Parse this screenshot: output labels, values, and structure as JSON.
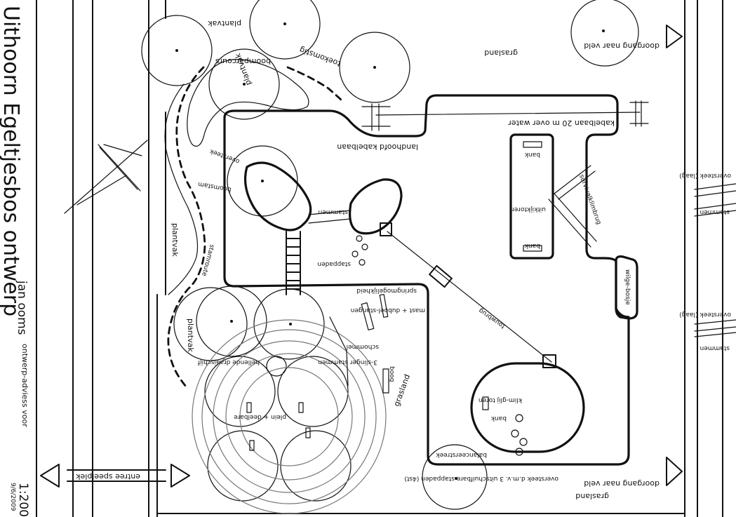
{
  "title_block": {
    "title": "Uithoorn Egeltjesbos ontwerp",
    "author": "jan ooms",
    "subtitle": "ontwerp-adviess voor",
    "scale": "1:200",
    "date": "9/6/2009"
  },
  "labels": {
    "plantvak_1": "plantvak",
    "plantvak_2": "plantvak",
    "plantvak_3": "plantvak",
    "plantvak_4": "plantvak",
    "boomparcours": "boomparcours",
    "toekomstig": "toekomstig",
    "grasland_top": "grasland",
    "grasland_mid": "grasland",
    "grasland_bot": "grasland",
    "doorgang_top": "doorgang naar veld",
    "doorgang_bot": "doorgang naar veld",
    "kabelbaan": "kabelbaan 20 m over water",
    "landhoofd": "landhoofd kabelbaan",
    "bank_1": "bank",
    "bank_2": "bank",
    "bank_3": "bank",
    "uitkijktoren": "uitkijktoren",
    "oversteek_top": "oversteek",
    "boomstam_1": "boomstam",
    "stammen": "stammen",
    "stapstenen": "stappaden",
    "stamroute": "stamroute",
    "springmogelijkheid": "springmogelijkheid",
    "mast_dubbel": "mast + dubbel-stangen",
    "schommel": "schommel",
    "drieslingerstammen": "3-slinger stammen",
    "balancerende": "hellende draaischijf",
    "plein": "plein + deelbare",
    "boog": "boog",
    "touwbrug": "touwbrug",
    "klimglijtoren": "klim-glij toren",
    "oversteek_bot": "oversteek d.m.v. 3 uitschuifbare stappaden (4st)",
    "balanceerstreek": "balanceerstreek",
    "wilgebosje": "wilge-bosje",
    "entree": "entree speelplek",
    "oversteek_right_1": "oversteek (laag)",
    "oversteek_right_2": "stammen",
    "oversteek_right_3": "oversteek (laag)",
    "oversteek_right_4": "stammen",
    "survival": "survivalklimbrug"
  }
}
